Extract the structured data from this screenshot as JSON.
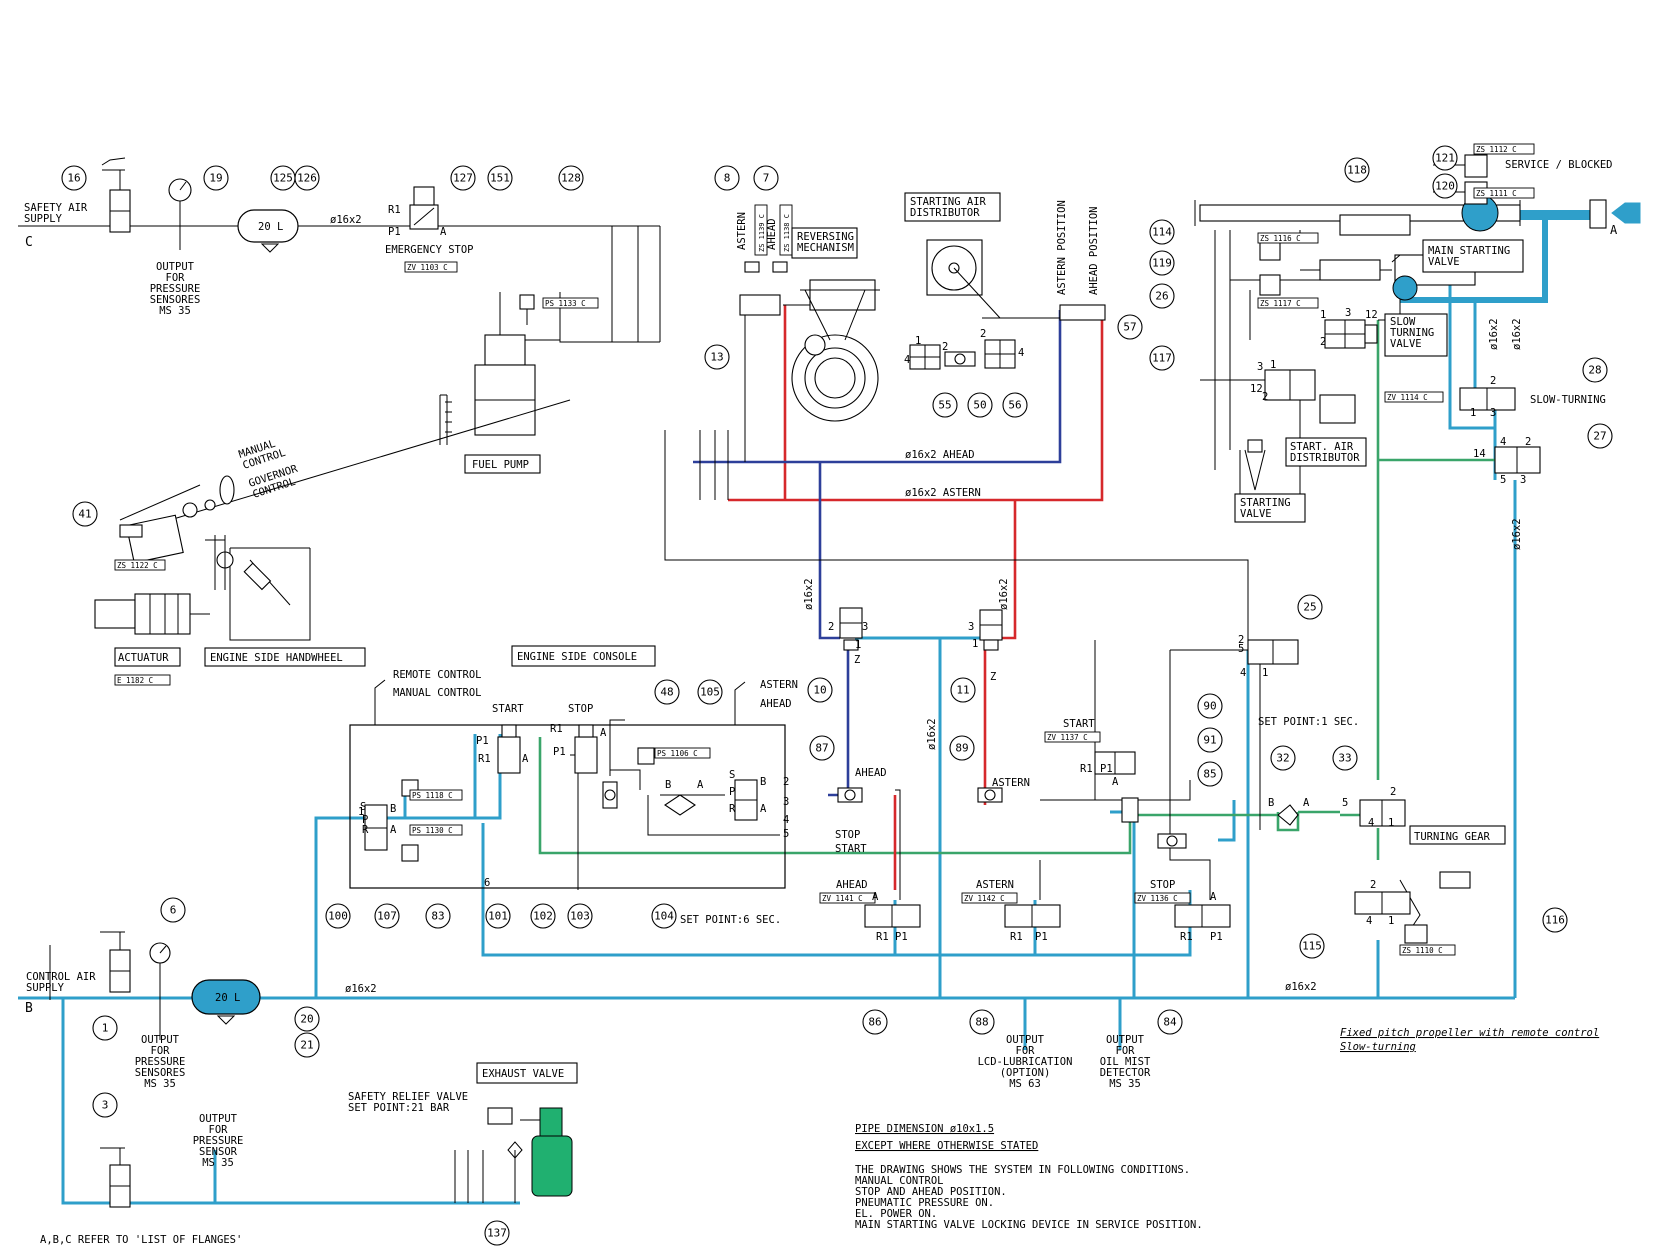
{
  "colors": {
    "cyan": "#2f9fca",
    "green": "#3aa56a",
    "red": "#d6282b",
    "blue": "#2d3f9a",
    "teal_vessel": "#2f9fca",
    "exhaust_valve": "#20b070"
  },
  "top": {
    "safety_air_supply": "SAFETY AIR\nSUPPLY",
    "flange_c": "C",
    "output_sensors": "OUTPUT\nFOR\nPRESSURE\nSENSORES\nMS 35",
    "tank_top": "20 L",
    "pipe_top": "ø16x2",
    "emergency_stop": "EMERGENCY STOP",
    "r1": "R1",
    "p1": "P1",
    "a": "A",
    "tag_zv1103": "ZV 1103 C",
    "tag_ps1133": "PS 1133 C",
    "fuel_pump": "FUEL PUMP",
    "manual_control": "MANUAL\nCONTROL",
    "governor_control": "GOVERNOR\nCONTROL",
    "tag_zs1122": "ZS 1122 C",
    "actuator": "ACTUATUR",
    "tag_e1182": "E 1182 C",
    "engine_side_handwheel": "ENGINE SIDE HANDWHEEL",
    "engine_side_console": "ENGINE SIDE CONSOLE"
  },
  "reversing": {
    "astern": "ASTERN",
    "ahead": "AHEAD",
    "tag_zs1139": "ZS 1139 C",
    "tag_zs1138": "ZS 1138 C",
    "reversing_mechanism": "REVERSING\nMECHANISM",
    "starting_air_distributor": "STARTING AIR\nDISTRIBUTOR",
    "astern_position": "ASTERN POSITION",
    "ahead_position": "AHEAD POSITION",
    "pipe_ahead": "ø16x2  AHEAD",
    "pipe_astern": "ø16x2  ASTERN"
  },
  "right": {
    "tag_zs1112": "ZS 1112 C",
    "tag_zs1111": "ZS 1111 C",
    "service_blocked": "SERVICE / BLOCKED",
    "flange_a": "A",
    "tag_zs1116": "ZS 1116 C",
    "tag_zs1117": "ZS 1117 C",
    "main_starting_valve": "MAIN STARTING\nVALVE",
    "slow_turning_valve": "SLOW\nTURNING\nVALVE",
    "start_air_distributor": "START. AIR\nDISTRIBUTOR",
    "starting_valve": "STARTING\nVALVE",
    "tag_zv1114": "ZV 1114 C",
    "slow_turning": "SLOW-TURNING",
    "pipe_v1": "ø16x2",
    "pipe_v2": "ø16x2",
    "pipe_v3": "ø16x2"
  },
  "console": {
    "remote_control": "REMOTE CONTROL",
    "manual_control": "MANUAL CONTROL",
    "start": "START",
    "stop": "STOP",
    "astern": "ASTERN",
    "ahead": "AHEAD",
    "tag_ps1118": "PS 1118 C",
    "tag_ps1130": "PS 1130 C",
    "tag_ps1106": "PS 1106 C",
    "ahead_label": "AHEAD",
    "astern_label": "ASTERN",
    "stop_line": "STOP",
    "start_line": "START",
    "set_point_6": "SET POINT:6 SEC.",
    "start_valve": "START",
    "tag_zv1137": "ZV 1137 C",
    "set_point_1": "SET POINT:1 SEC.",
    "turning_gear": "TURNING GEAR",
    "tag_zs1110": "ZS 1110 C",
    "pipe_v_mid": "ø16x2",
    "pipe_v_blue": "ø16x2",
    "pipe_v_red": "ø16x2"
  },
  "bottom": {
    "ahead_valve": "AHEAD",
    "tag_zv1141": "ZV 1141 C",
    "astern_valve": "ASTERN",
    "tag_zv1142": "ZV 1142 C",
    "stop_valve": "STOP",
    "tag_zv1136": "ZV 1136 C",
    "control_air_supply": "CONTROL AIR\nSUPPLY",
    "flange_b": "B",
    "tank_bottom": "20 L",
    "pipe_b1": "ø16x2",
    "pipe_b2": "ø16x2",
    "output_sensors": "OUTPUT\nFOR\nPRESSURE\nSENSORES\nMS 35",
    "output_sensor": "OUTPUT\nFOR\nPRESSURE\nSENSOR\nMS 35",
    "output_lcd": "OUTPUT\nFOR\nLCD-LUBRICATION\n(OPTION)\nMS 63",
    "output_oil": "OUTPUT\nFOR\nOIL MIST\nDETECTOR\nMS 35",
    "exhaust_valve": "EXHAUST VALVE",
    "safety_relief": "SAFETY RELIEF VALVE\nSET POINT:21 BAR",
    "flanges_note": "A,B,C REFER TO 'LIST OF FLANGES'",
    "title_1": "Fixed pitch propeller with remote control",
    "title_2": "Slow-turning",
    "pipe_dim_1": "PIPE DIMENSION ø10x1.5",
    "pipe_dim_2": "EXCEPT WHERE OTHERWISE STATED",
    "conditions": "THE DRAWING SHOWS THE SYSTEM IN FOLLOWING CONDITIONS.\nMANUAL CONTROL\nSTOP AND AHEAD POSITION.\nPNEUMATIC PRESSURE ON.\nEL. POWER ON.\nMAIN STARTING VALVE LOCKING DEVICE IN SERVICE POSITION."
  },
  "port_labels": [
    "1",
    "2",
    "3",
    "4",
    "5",
    "6",
    "12",
    "14",
    "S",
    "P",
    "R",
    "A",
    "B",
    "Z"
  ],
  "balloons": [
    "16",
    "19",
    "125",
    "126",
    "127",
    "151",
    "128",
    "8",
    "7",
    "13",
    "55",
    "50",
    "56",
    "57",
    "121",
    "120",
    "118",
    "114",
    "119",
    "26",
    "117",
    "28",
    "27",
    "41",
    "25",
    "10",
    "11",
    "48",
    "105",
    "87",
    "89",
    "90",
    "91",
    "85",
    "32",
    "33",
    "100",
    "107",
    "83",
    "101",
    "102",
    "103",
    "104",
    "86",
    "88",
    "84",
    "116",
    "115",
    "6",
    "1",
    "20",
    "21",
    "3",
    "137"
  ]
}
